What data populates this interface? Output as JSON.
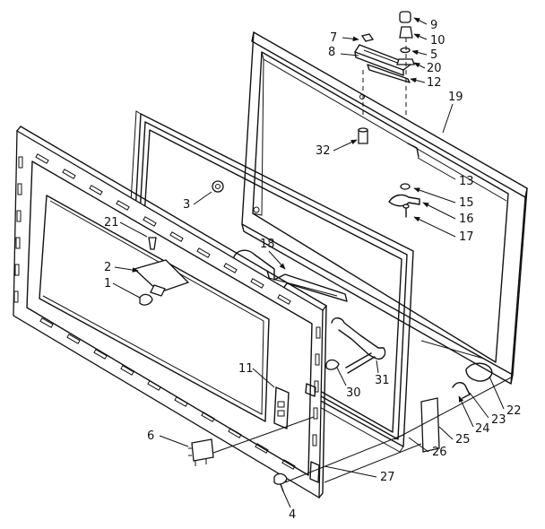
{
  "diagram": {
    "colors": {
      "ink": "#111111",
      "paper": "#ffffff"
    },
    "callouts": [
      "1",
      "2",
      "3",
      "4",
      "5",
      "6",
      "7",
      "8",
      "9",
      "10",
      "11",
      "12",
      "13",
      "15",
      "16",
      "17",
      "18",
      "19",
      "20",
      "21",
      "22",
      "23",
      "24",
      "25",
      "26",
      "27",
      "30",
      "31",
      "32"
    ]
  }
}
